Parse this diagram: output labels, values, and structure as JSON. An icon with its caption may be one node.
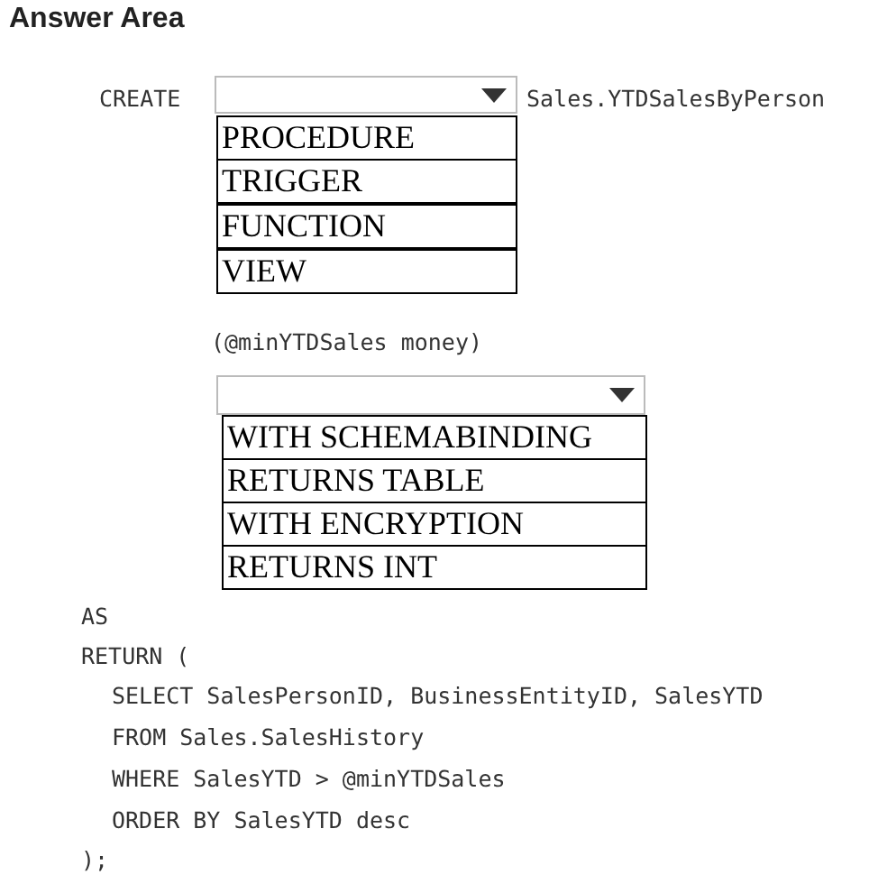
{
  "diagram": {
    "title": "Answer Area",
    "labels": [
      "CREATE",
      "Sales.YTDSalesByPerson",
      "PROCEDURE",
      "TRIGGER",
      "FUNCTION",
      "VIEW",
      "(@minYTDSales money)",
      "WITH SCHEMABINDING",
      "RETURNS TABLE",
      "WITH ENCRYPTION",
      "RETURNS INT",
      "AS",
      "RETURN (",
      "SELECT SalesPersonID, BusinessEntityID, SalesYTD",
      "FROM Sales.SalesHistory",
      "WHERE SalesYTD > @minYTDSales",
      "ORDER BY SalesYTD desc",
      ");"
    ]
  }
}
